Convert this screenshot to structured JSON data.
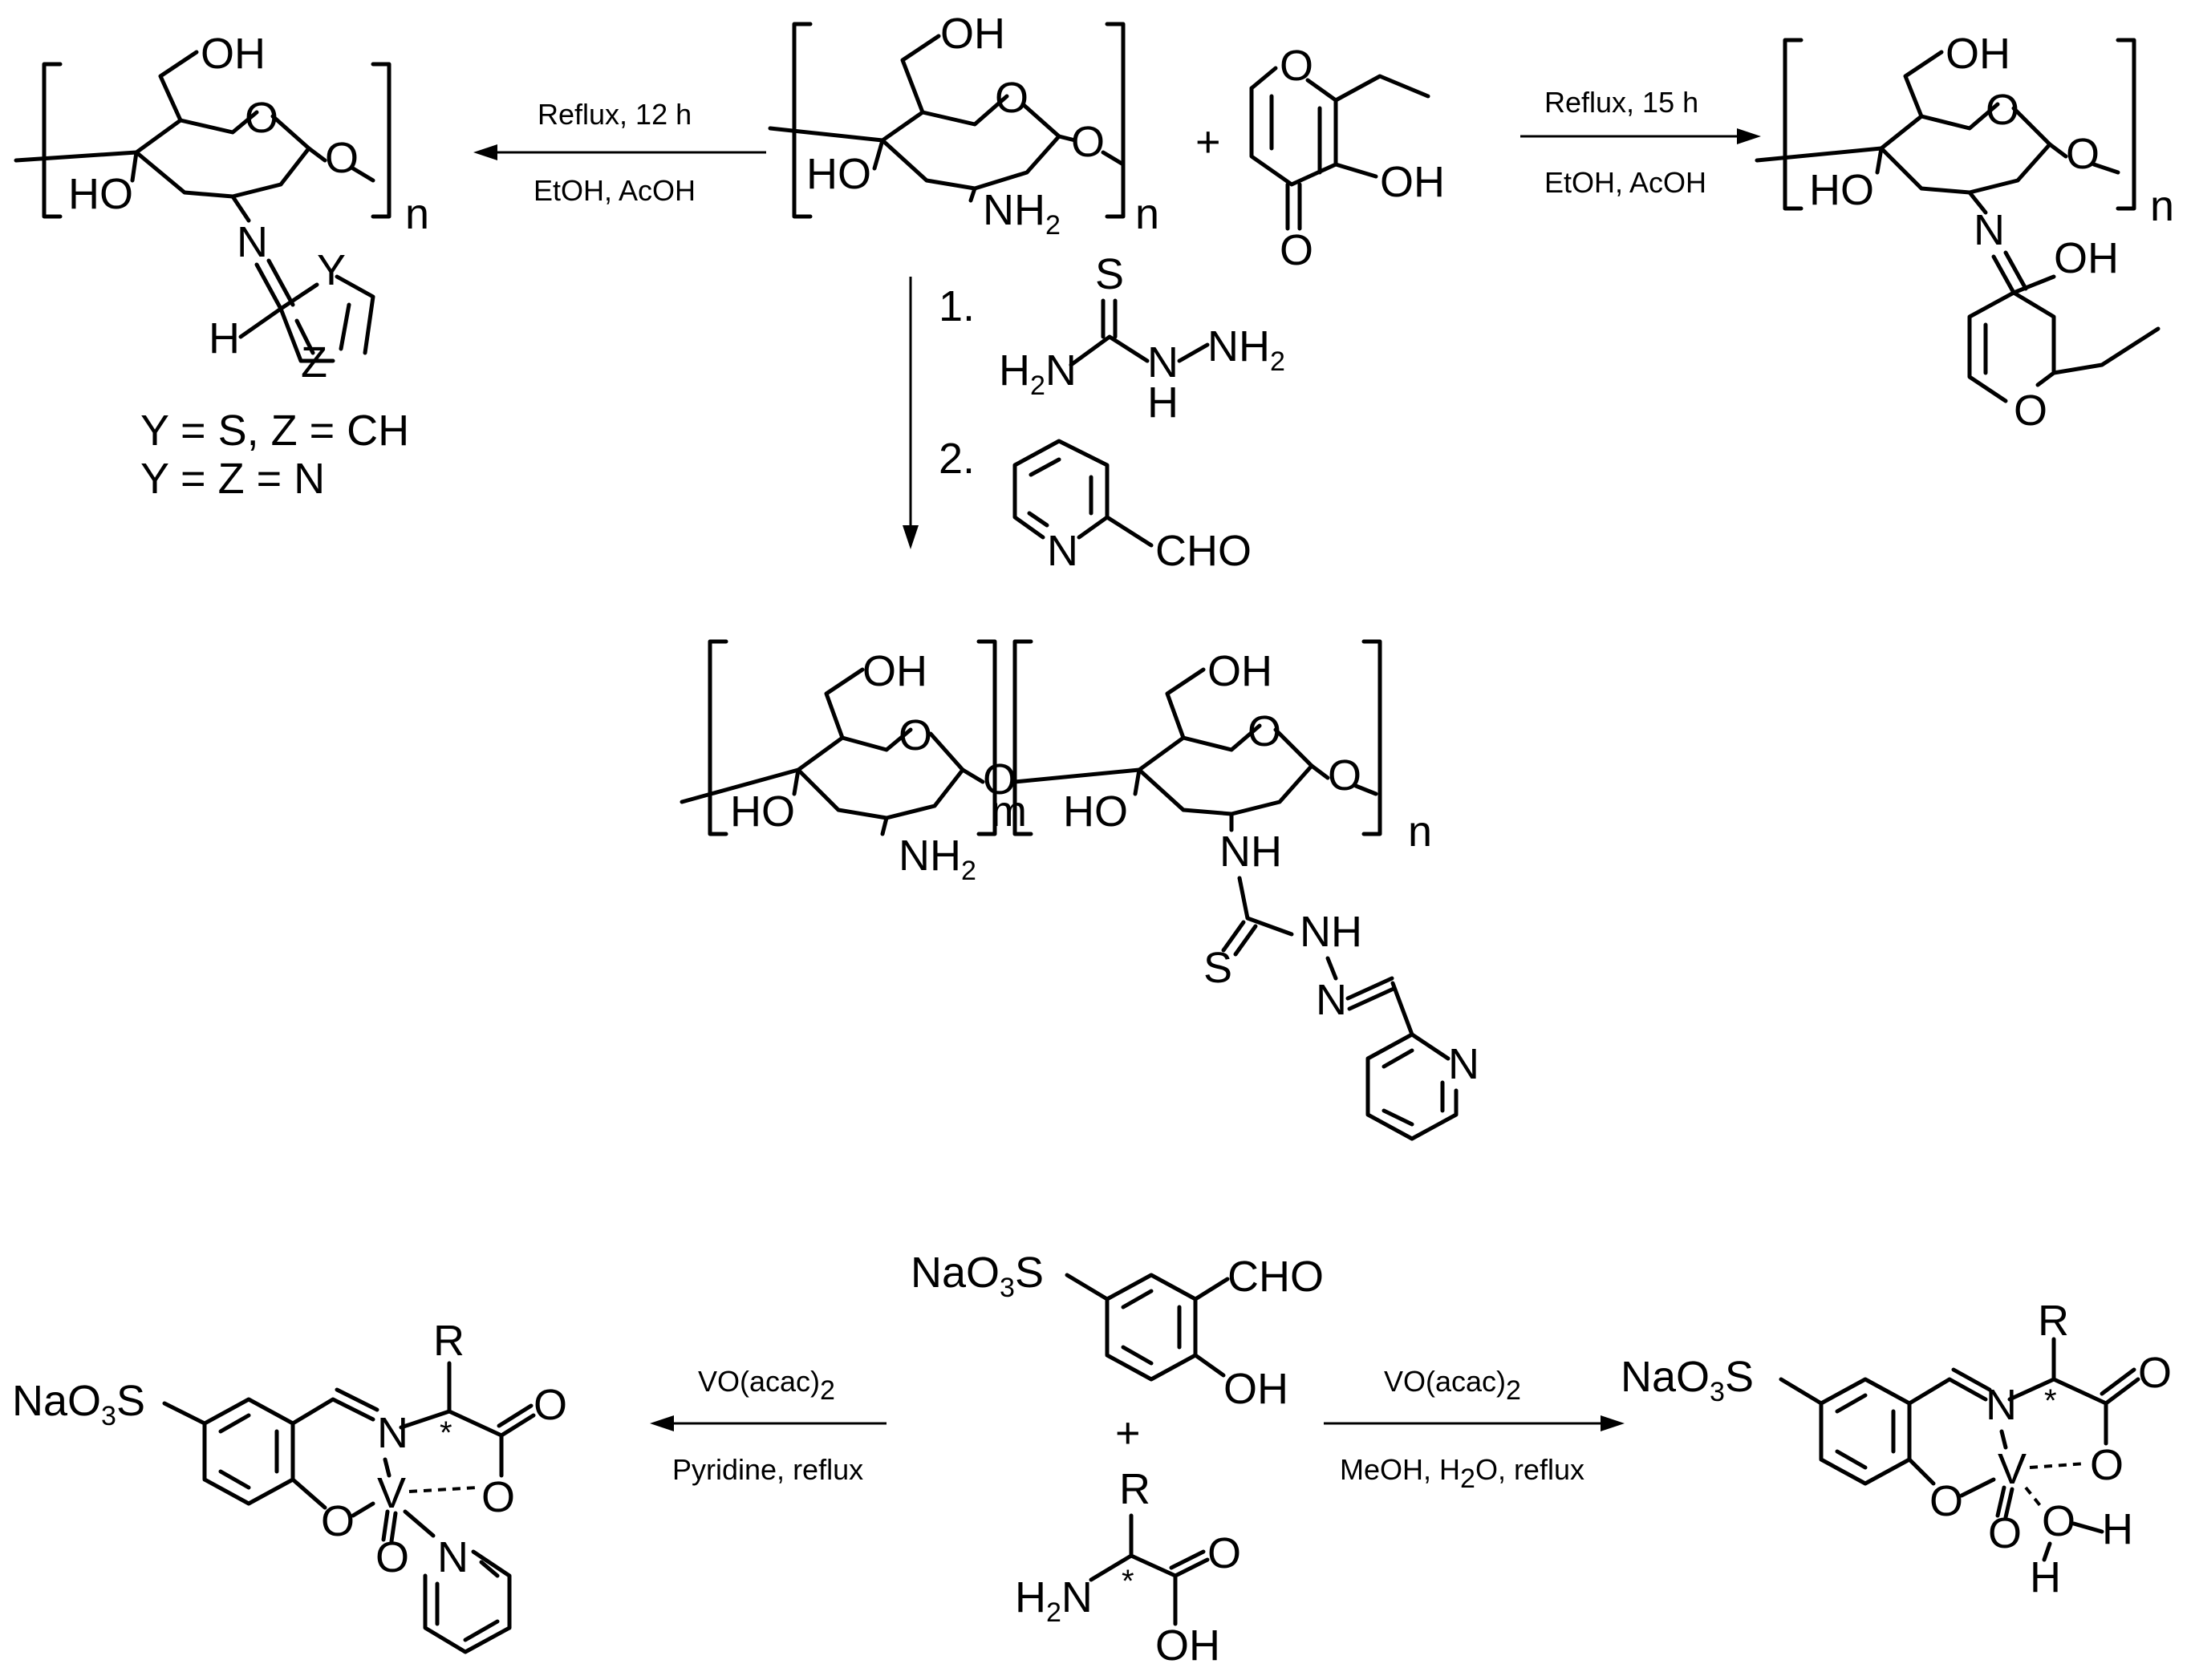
{
  "atoms": {
    "OH": "OH",
    "HO": "HO",
    "O": "O",
    "N": "N",
    "H": "H",
    "S": "S",
    "NH": "NH",
    "R": "R",
    "V": "V",
    "n": "n",
    "m": "m",
    "Y": "Y",
    "Z": "Z",
    "star": "*",
    "plus": "+",
    "NH2_base": "NH",
    "H2N_base": "H",
    "two": "2",
    "three": "3",
    "CHO": "CHO",
    "NaO": "NaO",
    "S_suffix": "S"
  },
  "conditions": {
    "left_top": {
      "line1": "Reflux, 12 h",
      "line2": "EtOH, AcOH"
    },
    "right_top": {
      "line1": "Reflux, 15 h",
      "line2": "EtOH, AcOH"
    },
    "down_step1": "1.",
    "down_step2": "2.",
    "left_bottom": {
      "line1_base": "VO(acac)",
      "line1_sub": "2",
      "line2": "Pyridine, reflux"
    },
    "right_bottom": {
      "line1_base": "VO(acac)",
      "line1_sub": "2",
      "line2_a": "MeOH, H",
      "line2_sub": "2",
      "line2_b": "O, reflux"
    }
  },
  "substituents": {
    "line1": "Y = S, Z = CH",
    "line2": "Y = Z = N"
  }
}
